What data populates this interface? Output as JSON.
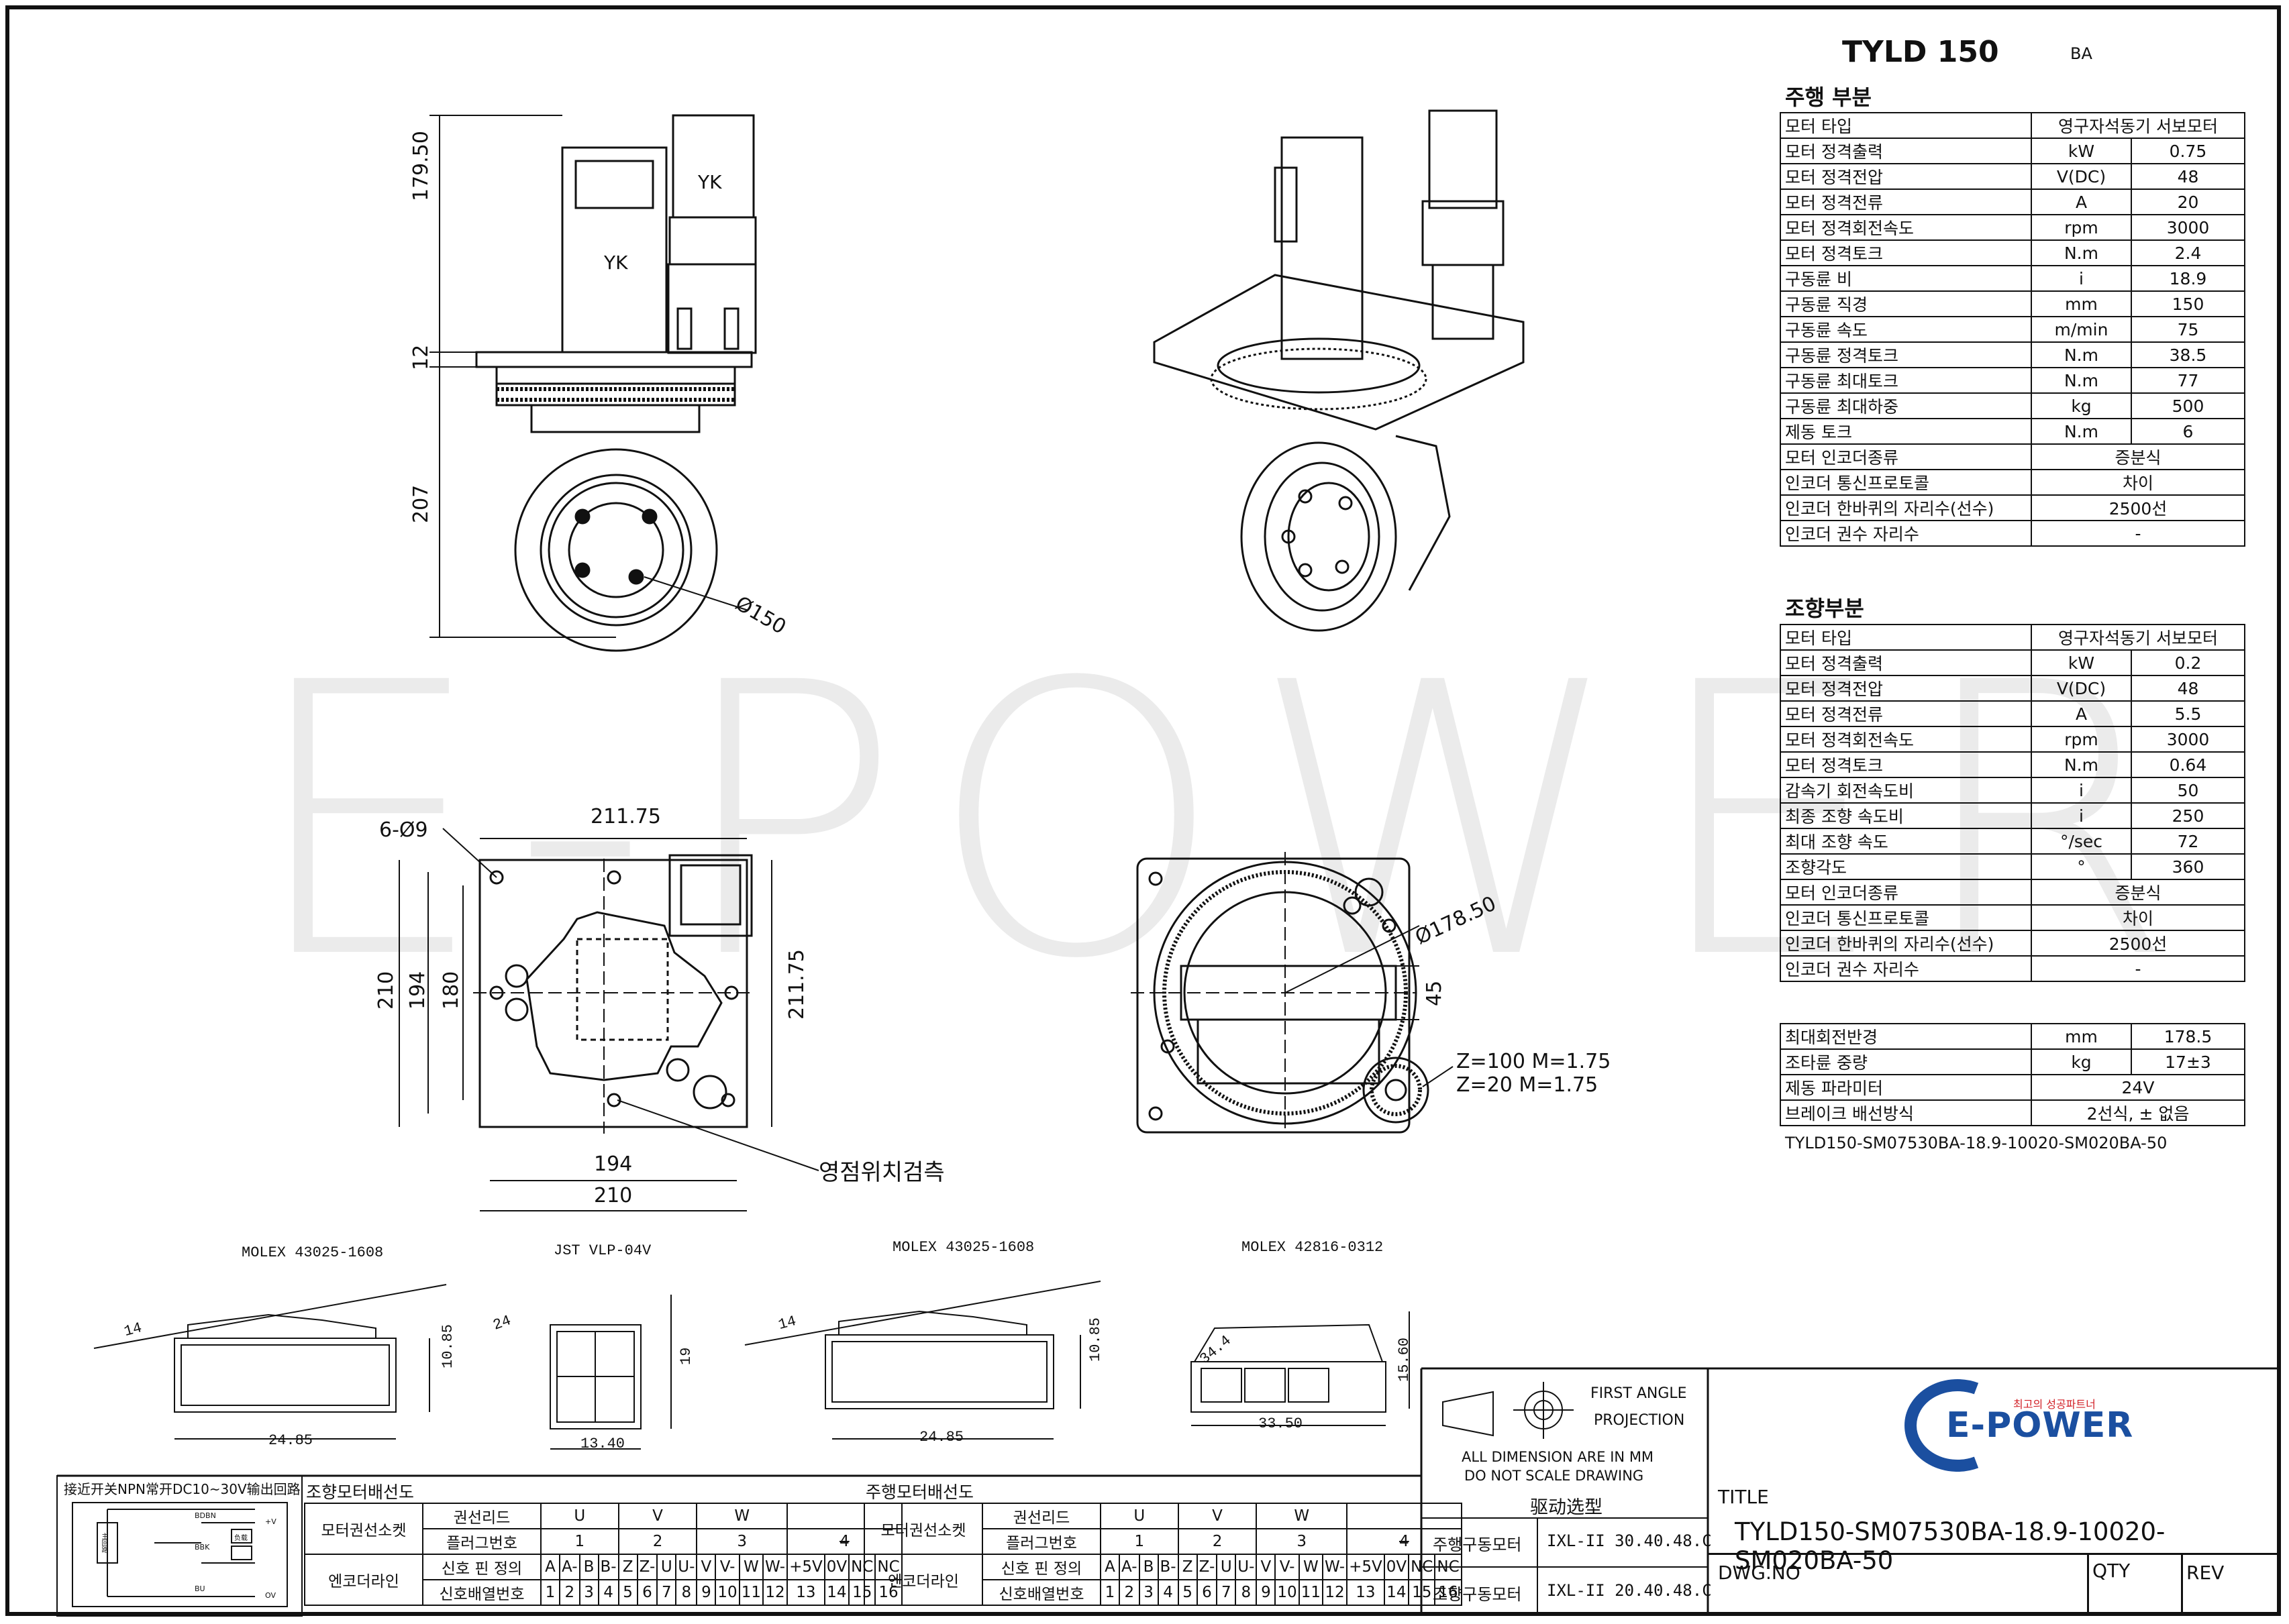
{
  "watermark": "E-POWER",
  "spec": {
    "title": "TYLD 150",
    "suffix": "BA",
    "drive_heading": "주행 부분",
    "drive_rows": [
      [
        "모터 타입",
        "영구자석동기 서보모터",
        ""
      ],
      [
        "모터 정격출력",
        "kW",
        "0.75"
      ],
      [
        "모터 정격전압",
        "V(DC)",
        "48"
      ],
      [
        "모터 정격전류",
        "A",
        "20"
      ],
      [
        "모터 정격회전속도",
        "rpm",
        "3000"
      ],
      [
        "모터 정격토크",
        "N.m",
        "2.4"
      ],
      [
        "구동륜 비",
        "i",
        "18.9"
      ],
      [
        "구동륜 직경",
        "mm",
        "150"
      ],
      [
        "구동륜 속도",
        "m/min",
        "75"
      ],
      [
        "구동륜 정격토크",
        "N.m",
        "38.5"
      ],
      [
        "구동륜 최대토크",
        "N.m",
        "77"
      ],
      [
        "구동륜 최대하중",
        "kg",
        "500"
      ],
      [
        "제동 토크",
        "N.m",
        "6"
      ],
      [
        "모터 인코더종류",
        "증분식",
        ""
      ],
      [
        "인코더 통신프로토콜",
        "차이",
        ""
      ],
      [
        "인코더 한바퀴의 자리수(선수)",
        "2500선",
        ""
      ],
      [
        "인코더 권수 자리수",
        "-",
        ""
      ]
    ],
    "steer_heading": "조향부분",
    "steer_rows": [
      [
        "모터 타입",
        "영구자석동기 서보모터",
        ""
      ],
      [
        "모터 정격출력",
        "kW",
        "0.2"
      ],
      [
        "모터 정격전압",
        "V(DC)",
        "48"
      ],
      [
        "모터 정격전류",
        "A",
        "5.5"
      ],
      [
        "모터 정격회전속도",
        "rpm",
        "3000"
      ],
      [
        "모터 정격토크",
        "N.m",
        "0.64"
      ],
      [
        "감속기 회전속도비",
        "i",
        "50"
      ],
      [
        "최종 조향 속도비",
        "i",
        "250"
      ],
      [
        "최대 조향 속도",
        "°/sec",
        "72"
      ],
      [
        "조향각도",
        "°",
        "360"
      ],
      [
        "모터 인코더종류",
        "증분식",
        ""
      ],
      [
        "인코더 통신프로토콜",
        "차이",
        ""
      ],
      [
        "인코더 한바퀴의 자리수(선수)",
        "2500선",
        ""
      ],
      [
        "인코더 권수 자리수",
        "-",
        ""
      ]
    ],
    "extra_rows": [
      [
        "최대회전반경",
        "mm",
        "178.5"
      ],
      [
        "조타륜 중량",
        "kg",
        "17±3"
      ],
      [
        "제동 파라미터",
        "24V",
        ""
      ],
      [
        "브레이크 배선방식",
        "2선식, ± 없음",
        ""
      ]
    ],
    "model_code": "TYLD150-SM07530BA-18.9-10020-SM020BA-50"
  },
  "dims": {
    "h_motor": "179.50",
    "h_flange": "12",
    "h_wheel": "207",
    "wheel_dia": "Ø150",
    "holes": "6-Ø9",
    "w_top": "211.75",
    "h_right": "211.75",
    "h_210": "210",
    "h_194": "194",
    "h_180": "180",
    "w_194": "194",
    "w_210": "210",
    "zero_detect": "영점위치검측",
    "gear_dia": "Ø178.50",
    "gear_45": "45",
    "gear_z1": "Z=100  M=1.75",
    "gear_z2": "Z=20  M=1.75",
    "yk": "YK"
  },
  "connectors": [
    {
      "name": "MOLEX 43025-1608",
      "d1": "14",
      "d2": "10.85",
      "d3": "24.85"
    },
    {
      "name": "JST VLP-04V",
      "d1": "24",
      "d2": "19",
      "d3": "13.40"
    },
    {
      "name": "MOLEX 43025-1608",
      "d1": "14",
      "d2": "10.85",
      "d3": "24.85"
    },
    {
      "name": "MOLEX 42816-0312",
      "d1": "34.4",
      "d2": "15.60",
      "d3": "33.50"
    }
  ],
  "sensor_block": {
    "title": "接近开关NPN常开DC10~30V输出回路",
    "labels": [
      "BDBN",
      "BBK",
      "BU",
      "+V",
      "OV",
      "负载",
      "主回路"
    ]
  },
  "steer_wiring": {
    "title": "조향모터배선도",
    "socket": "모터권선소켓",
    "lead": "권선리드",
    "plug": "플러그번호",
    "enc_line": "엔코더라인",
    "sig_def": "신호 핀 정의",
    "sig_order": "신호배열번호",
    "uvw": [
      "U",
      "V",
      "W"
    ],
    "plug_nums": [
      "1",
      "2",
      "3",
      "4"
    ],
    "sig_names": [
      "A",
      "A-",
      "B",
      "B-",
      "Z",
      "Z-",
      "U",
      "U-",
      "V",
      "V-",
      "W",
      "W-",
      "+5V",
      "0V",
      "NC",
      "NC"
    ],
    "sig_nums": [
      "1",
      "2",
      "3",
      "4",
      "5",
      "6",
      "7",
      "8",
      "9",
      "10",
      "11",
      "12",
      "13",
      "14",
      "15",
      "16"
    ]
  },
  "drive_wiring": {
    "title": "주행모터배선도",
    "socket": "모터권선소켓",
    "lead": "권선리드",
    "plug": "플러그번호",
    "enc_line": "엔코더라인",
    "sig_def": "신호 핀 정의",
    "sig_order": "신호배열번호"
  },
  "projection": {
    "first_angle": "FIRST ANGLE",
    "projection": "PROJECTION",
    "all_dim": "ALL DIMENSION ARE IN MM",
    "no_scale": "DO NOT SCALE DRAWING",
    "drive_select": "驱动选型",
    "drive_motor": "주행구동모터",
    "drive_motor_code": "IXL-II 30.40.48.C",
    "steer_motor": "조향구동모터",
    "steer_motor_code": "IXL-II 20.40.48.C"
  },
  "title_block": {
    "logo_tagline": "최고의 성공파트너",
    "logo_text": "E-POWER",
    "title_label": "TITLE",
    "title_value": "TYLD150-SM07530BA-18.9-10020-SM020BA-50",
    "dwg_label": "DWG.NO",
    "qty_label": "QTY",
    "rev_label": "REV"
  },
  "colors": {
    "logo_blue": "#1b4fa0",
    "logo_red": "#d22027",
    "watermark": "#ebebeb"
  }
}
